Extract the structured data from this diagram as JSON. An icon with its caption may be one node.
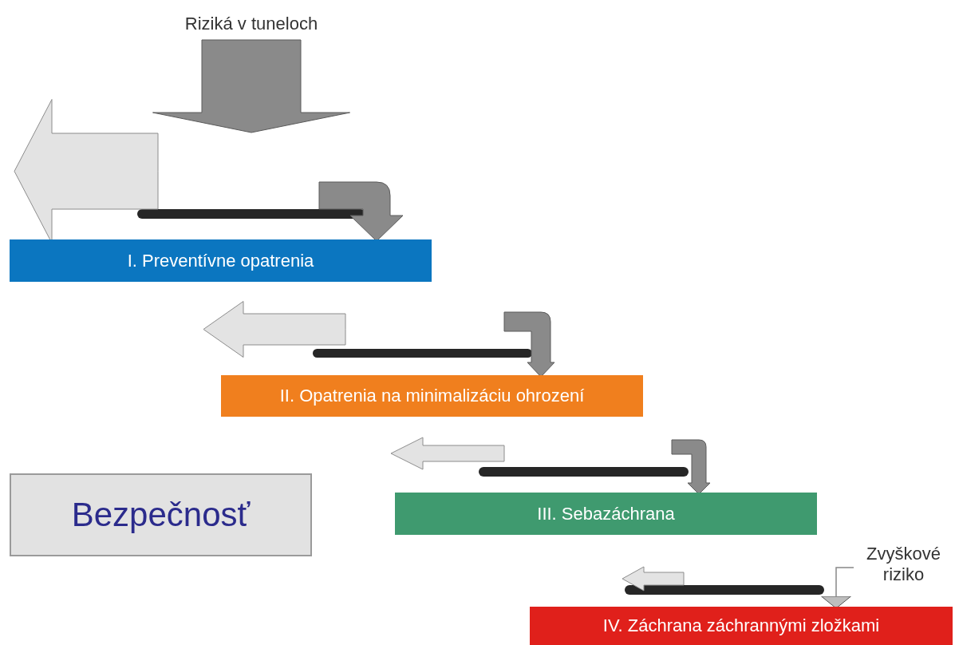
{
  "diagram": {
    "nodes": [
      {
        "text": [
          "Riziká v tuneloch"
        ]
      },
      {
        "text": [
          "I. Preventívne opatrenia"
        ]
      },
      {
        "text": [
          "II. Opatrenia na minimalizáciu ohrození"
        ]
      },
      {
        "text": [
          "III. Sebazáchrana"
        ]
      },
      {
        "text": [
          "IV. Záchrana záchrannými zložkami"
        ]
      },
      {
        "text": [
          "Bezpečnosť"
        ]
      },
      {
        "text": [
          "Zvyškové riziko"
        ]
      },
      {
        "text": [],
        "shape": "bar"
      },
      {
        "text": [],
        "shape": "bar"
      },
      {
        "text": [],
        "shape": "bar"
      },
      {
        "text": [],
        "shape": "bar"
      }
    ],
    "edges": [
      {
        "from": 0,
        "to": null,
        "arrow": "to",
        "style": "thick"
      },
      {
        "from": 7,
        "to": null,
        "arrow": "to",
        "style": "thick",
        "color": "#e3e3e3"
      },
      {
        "from": 7,
        "to": 1,
        "arrow": "to",
        "style": "thick"
      },
      {
        "from": 8,
        "to": null,
        "arrow": "to",
        "style": "thick",
        "color": "#e3e3e3"
      },
      {
        "from": 8,
        "to": 2,
        "arrow": "to",
        "style": "thick"
      },
      {
        "from": 9,
        "to": null,
        "arrow": "to",
        "style": "thick",
        "color": "#e3e3e3"
      },
      {
        "from": 9,
        "to": 3,
        "arrow": "to",
        "style": "thick"
      },
      {
        "from": 10,
        "to": null,
        "arrow": "to",
        "style": "thick",
        "color": "#e3e3e3"
      },
      {
        "from": 6,
        "to": 4,
        "arrow": "to"
      }
    ]
  }
}
